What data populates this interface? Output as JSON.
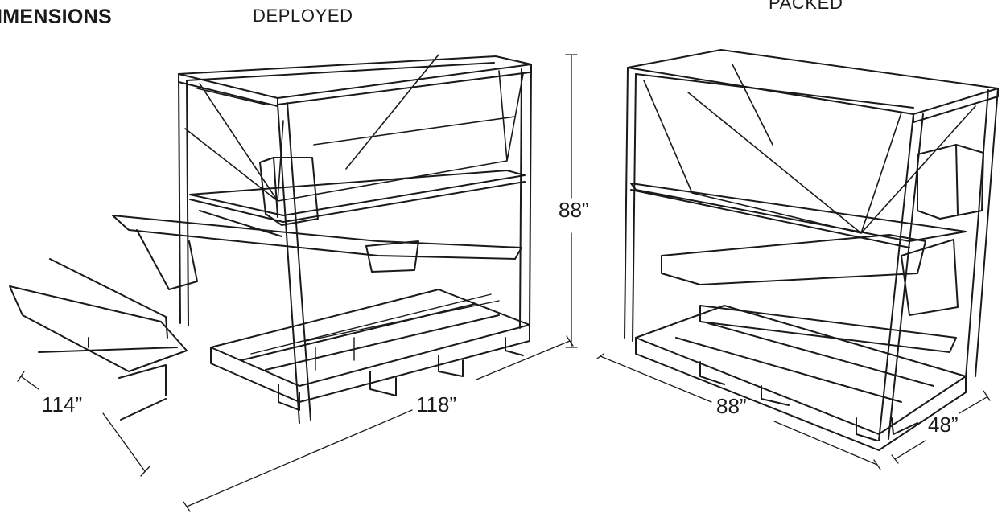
{
  "header": {
    "title": "IMENSIONS",
    "deployed_label": "DEPLOYED",
    "packed_label": "PACKED"
  },
  "dimensions": {
    "height": "88”",
    "conveyor_length": "114”",
    "deployed_length": "118”",
    "packed_length": "88”",
    "packed_width": "48”"
  }
}
